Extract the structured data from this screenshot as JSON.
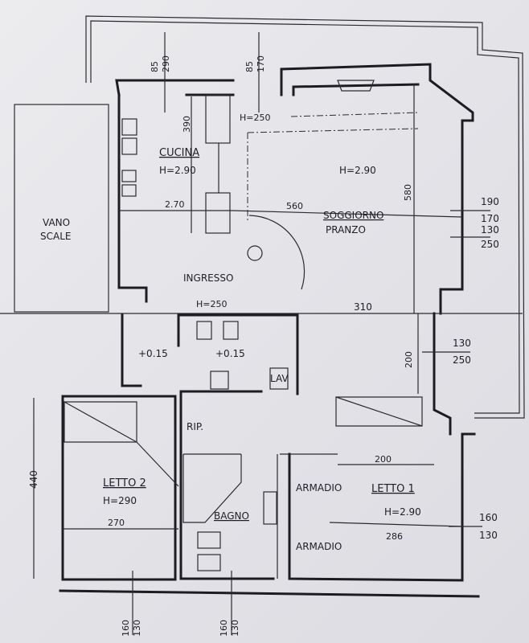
{
  "rooms": {
    "cucina": {
      "name": "CUCINA",
      "height": "H=2.90"
    },
    "soggiorno": {
      "name": "SOGGIORNO",
      "name2": "PRANZO",
      "height": "H=2.90"
    },
    "vano_scale": {
      "name": "VANO",
      "name2": "SCALE"
    },
    "ingresso": {
      "name": "INGRESSO",
      "height": "H=250"
    },
    "ripostiglio": {
      "name": "RIP."
    },
    "lavanderia": {
      "name": "LAV"
    },
    "bagno": {
      "name": "BAGNO"
    },
    "letto2": {
      "name": "LETTO 2",
      "height": "H=290"
    },
    "letto1": {
      "name": "LETTO 1",
      "height": "H=2.90"
    },
    "armadio_top": {
      "name": "ARMADIO"
    },
    "armadio_bottom": {
      "name": "ARMADIO"
    }
  },
  "dimensions": {
    "window_kitchen_a": {
      "top": "85",
      "bottom": "290"
    },
    "window_kitchen_b": {
      "top": "85",
      "bottom": "170"
    },
    "h_top": "H=250",
    "kitchen_depth": "390",
    "living_depth": "580",
    "window_living_1": {
      "top": "190",
      "bottom": "170"
    },
    "kitchen_width": "2.70",
    "living_width": "560",
    "window_living_2": {
      "top": "130",
      "bottom": "250"
    },
    "hall_width": "310",
    "window_hall": {
      "top": "130",
      "bottom": "250"
    },
    "hall_depth": "200",
    "level_a": "+0.15",
    "level_b": "+0.15",
    "closet_width": "200",
    "bedroom2_depth": "440",
    "bedroom2_width": "270",
    "bedroom1_width": "286",
    "window_bed1": {
      "top": "160",
      "bottom": "130"
    },
    "window_bed2": {
      "top": "160",
      "bottom": "130"
    },
    "window_bath": {
      "top": "160",
      "bottom": "130"
    }
  }
}
